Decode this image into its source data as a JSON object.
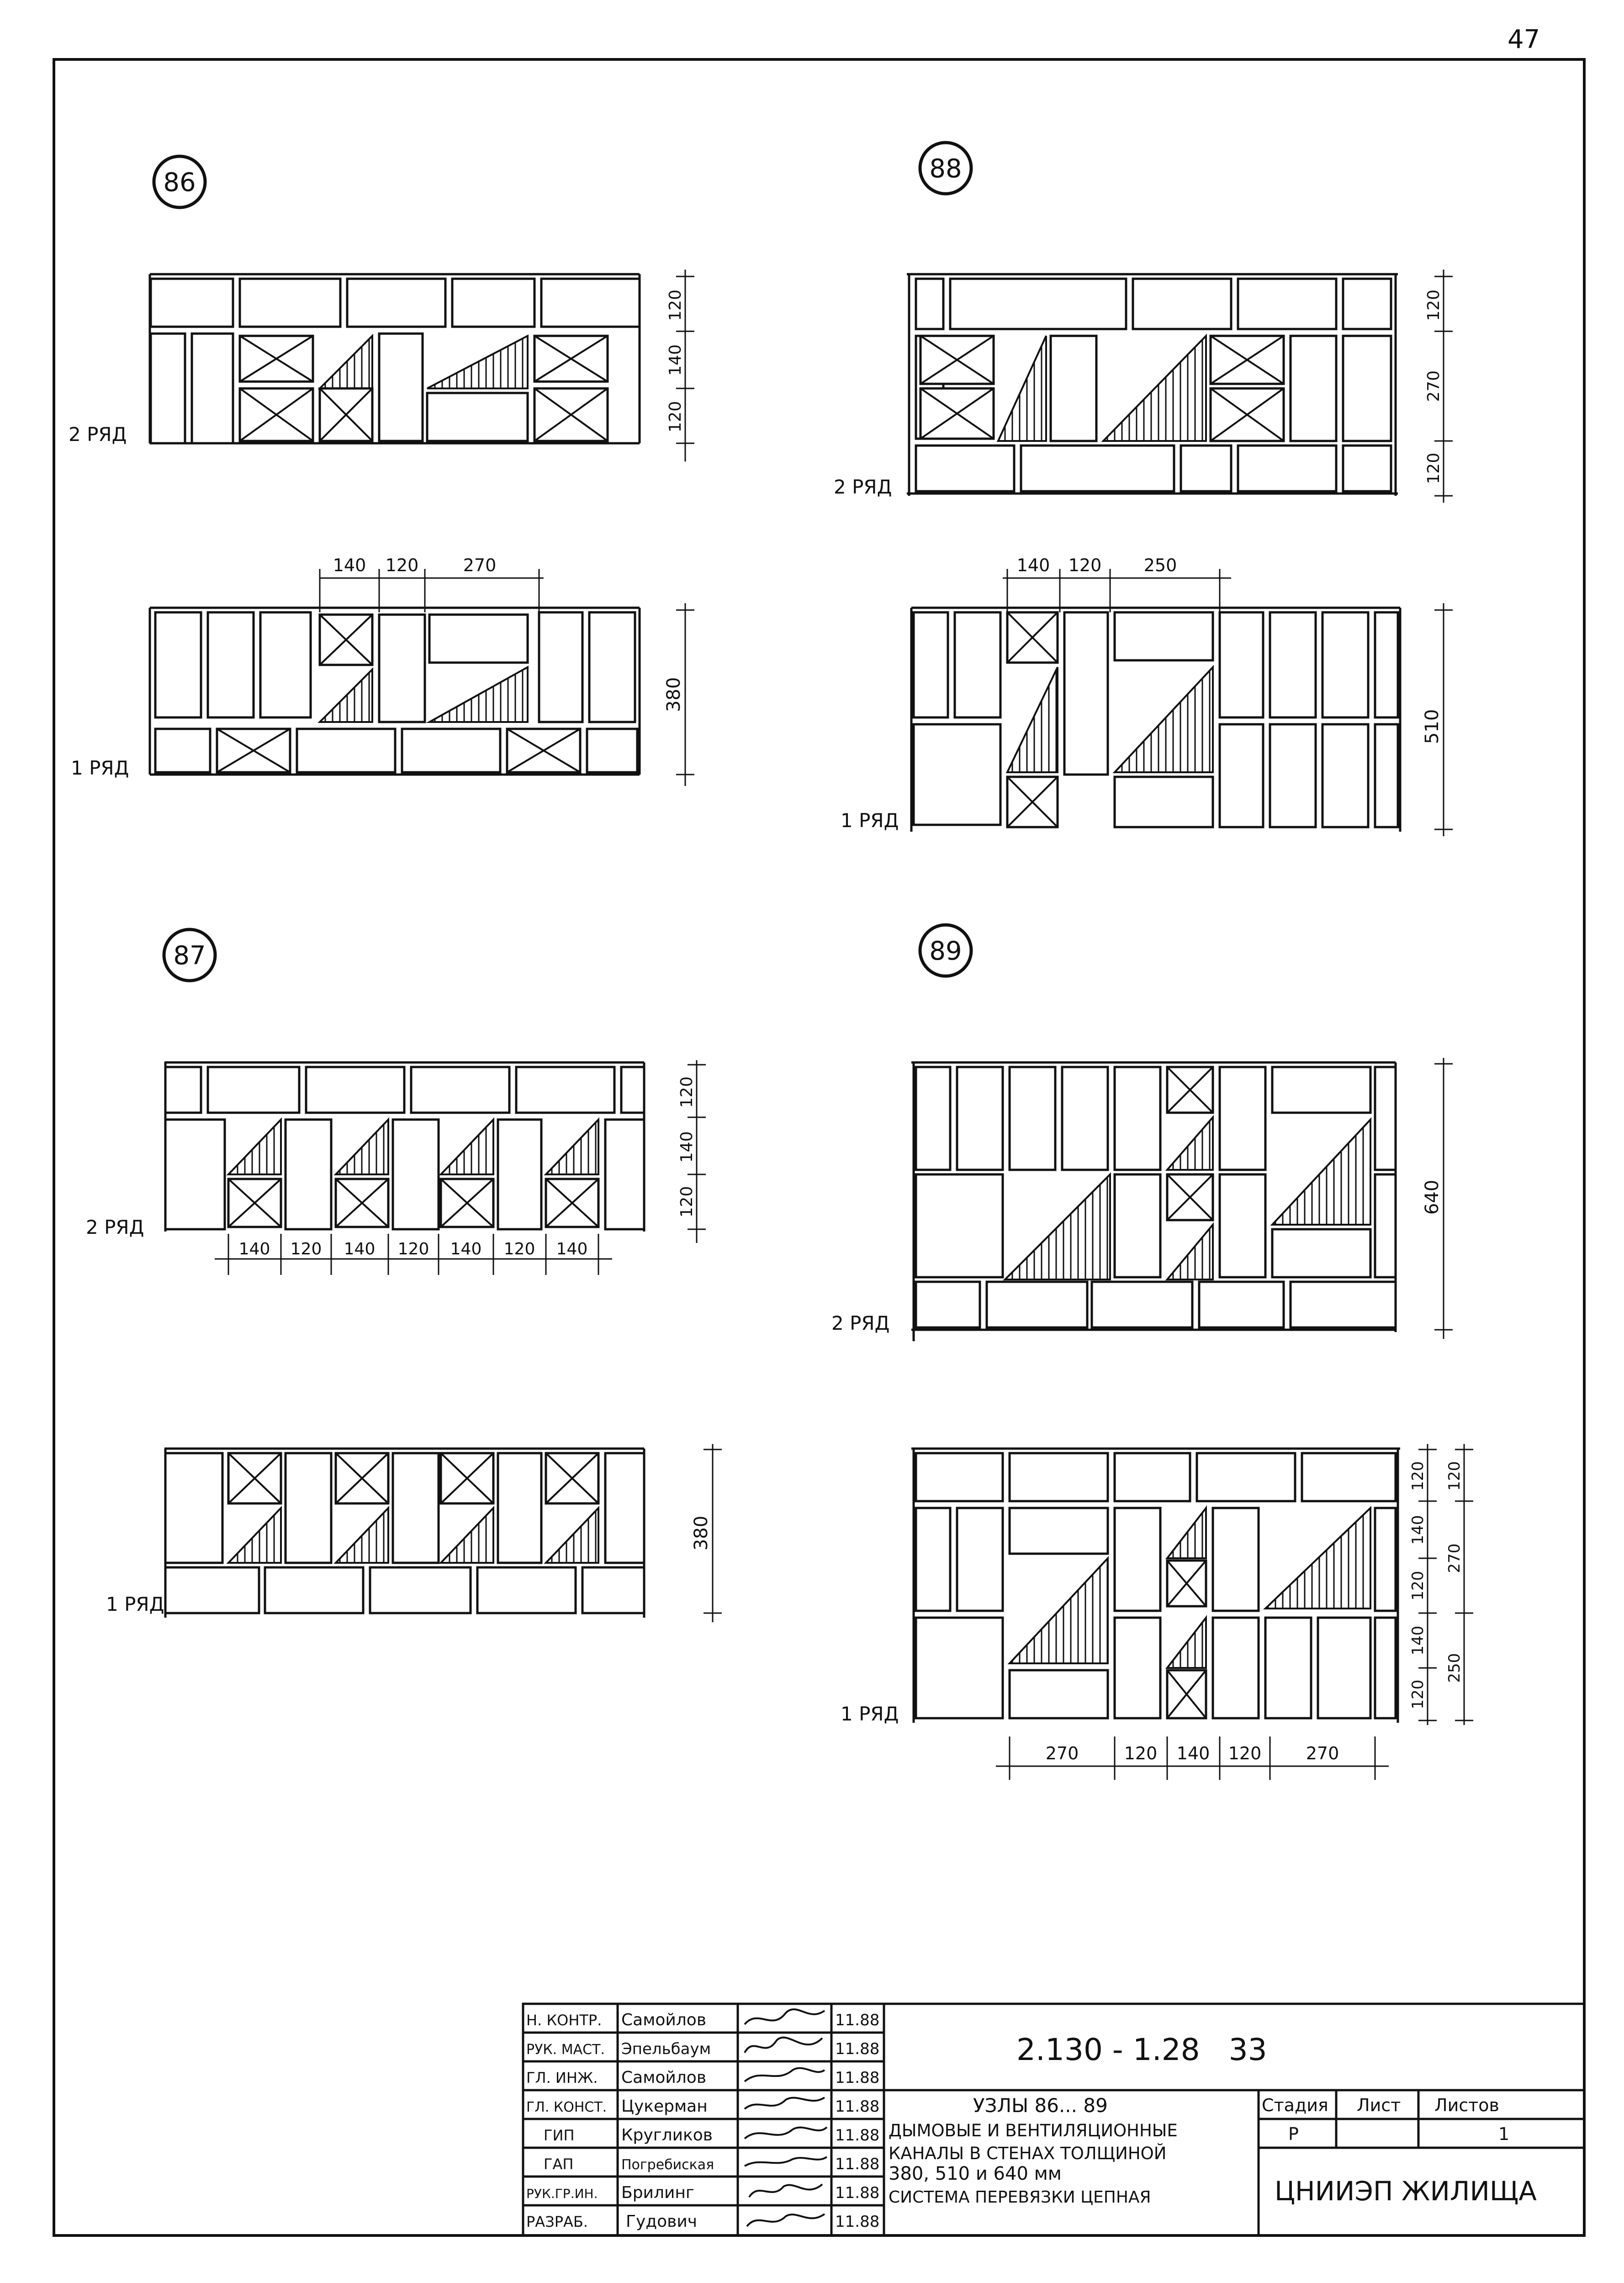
{
  "page_number": "47",
  "nodes": [
    {
      "id": "86",
      "rows": [
        {
          "label": "2 РЯД",
          "dims": [
            "120",
            "140",
            "120"
          ]
        },
        {
          "label": "1 РЯД",
          "dims": [
            "380"
          ],
          "top_dims": [
            "140",
            "120",
            "270"
          ]
        }
      ]
    },
    {
      "id": "88",
      "rows": [
        {
          "label": "2 РЯД",
          "dims": [
            "120",
            "270",
            "120"
          ]
        },
        {
          "label": "1 РЯД",
          "dims": [
            "510"
          ],
          "top_dims": [
            "140",
            "120",
            "250"
          ]
        }
      ]
    },
    {
      "id": "87",
      "rows": [
        {
          "label": "2 РЯД",
          "dims": [
            "120",
            "140",
            "120"
          ],
          "bottom_dims": [
            "140",
            "120",
            "140",
            "120",
            "140",
            "120",
            "140"
          ]
        },
        {
          "label": "1 РЯД",
          "dims": [
            "380"
          ]
        }
      ]
    },
    {
      "id": "89",
      "rows": [
        {
          "label": "2 РЯД",
          "dims": [
            "640"
          ]
        },
        {
          "label": "1 РЯД",
          "dims_inner": [
            "120",
            "140",
            "120",
            "140",
            "120"
          ],
          "dims_outer": [
            "120",
            "270",
            "250"
          ],
          "bottom_dims": [
            "270",
            "120",
            "140",
            "120",
            "270"
          ]
        }
      ]
    }
  ],
  "title_block": {
    "signatures": [
      {
        "role": "Н. КОНТР.",
        "name": "Самойлов",
        "date": "11.88"
      },
      {
        "role": "РУК. МАСТ.",
        "name": "Эпельбаум",
        "date": "11.88"
      },
      {
        "role": "ГЛ. ИНЖ.",
        "name": "Самойлов",
        "date": "11.88"
      },
      {
        "role": "ГЛ. КОНСТ.",
        "name": "Цукерман",
        "date": "11.88"
      },
      {
        "role": "ГИП",
        "name": "Кругликов",
        "date": "11.88"
      },
      {
        "role": "ГАП",
        "name": "Погребиская",
        "date": "11.88"
      },
      {
        "role": "РУК.ГР.ИН.",
        "name": "Брилинг",
        "date": "11.88"
      },
      {
        "role": "РАЗРАБ.",
        "name": "Гудович",
        "date": "11.88"
      }
    ],
    "code": "2.130 - 1.28   33",
    "description": [
      "УЗЛЫ 86... 89",
      "ДЫМОВЫЕ И ВЕНТИЛЯЦИОННЫЕ",
      "КАНАЛЫ В СТЕНАХ ТОЛЩИНОЙ",
      "380, 510 и 640 мм",
      "СИСТЕМА ПЕРЕВЯЗКИ ЦЕПНАЯ"
    ],
    "stage_header": "Стадия",
    "sheet_header": "Лист",
    "sheets_header": "Листов",
    "stage": "Р",
    "sheet": "",
    "sheets": "1",
    "organization": "ЦНИИЭП ЖИЛИЩА"
  }
}
